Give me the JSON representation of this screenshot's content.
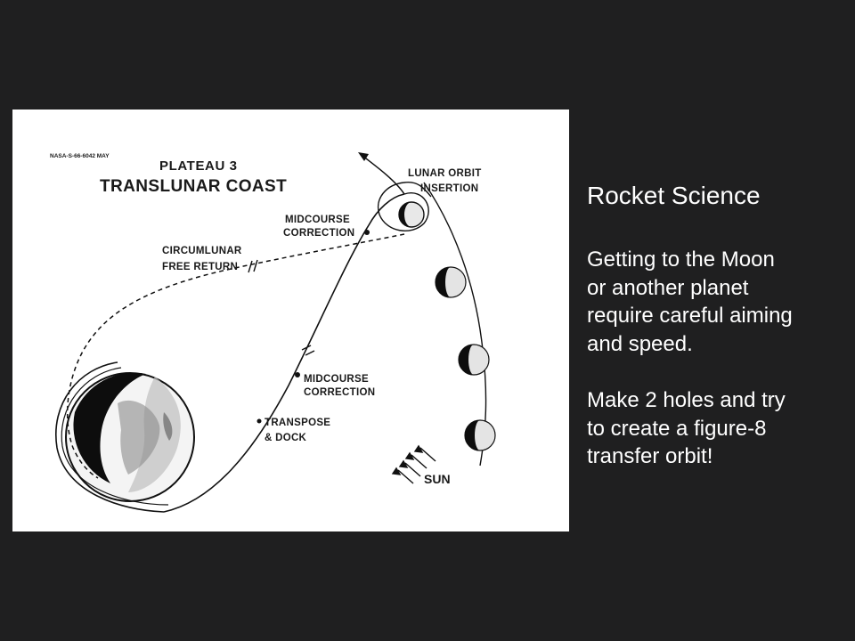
{
  "slide": {
    "title": "Rocket Science",
    "paragraph1": "Getting to the Moon\nor another planet\nrequire careful aiming\nand speed.",
    "paragraph2": "Make 2 holes and try\nto create a figure-8\ntransfer orbit!",
    "background_color": "#1f1f20",
    "text_color": "#ffffff"
  },
  "diagram": {
    "ref_id": "NASA-S-66-6042 MAY",
    "title_line1": "PLATEAU 3",
    "title_line2": "TRANSLUNAR COAST",
    "labels": {
      "lunar_orbit_line1": "LUNAR ORBIT",
      "lunar_orbit_line2": "INSERTION",
      "midcourse_upper_line1": "MIDCOURSE",
      "midcourse_upper_line2": "CORRECTION",
      "circumlunar_line1": "CIRCUMLUNAR",
      "circumlunar_line2": "FREE RETURN",
      "midcourse_lower_line1": "MIDCOURSE",
      "midcourse_lower_line2": "CORRECTION",
      "transpose_line1": "TRANSPOSE",
      "transpose_line2": "& DOCK",
      "sun": "SUN"
    },
    "icons": [
      "earth-icon",
      "moon-icon",
      "sun-rays-icon",
      "direction-arrow-icon"
    ]
  }
}
